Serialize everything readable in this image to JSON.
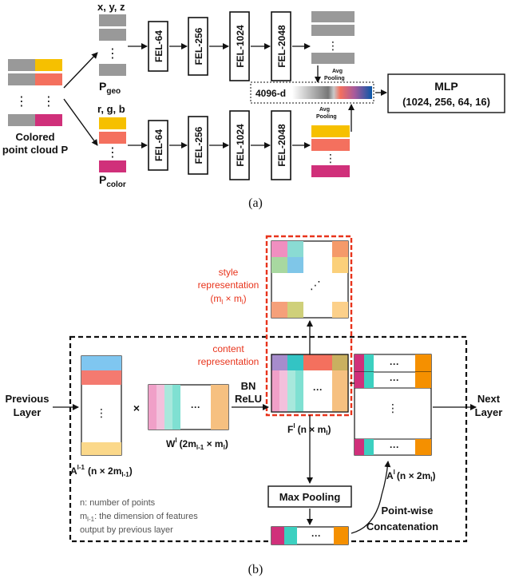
{
  "part_a": {
    "caption": "(a)",
    "geo_label": "x, y, z",
    "geo_name_main": "P",
    "geo_name_sub": "geo",
    "color_label": "r, g, b",
    "color_name_main": "P",
    "color_name_sub": "color",
    "input_label_1": "Colored",
    "input_label_2": "point cloud P",
    "fel_blocks": [
      "FEL-64",
      "FEL-256",
      "FEL-1024",
      "FEL-2048"
    ],
    "pool_label_top_1": "Avg",
    "pool_label_top_2": "Pooling",
    "pool_label_bottom_1": "Avg",
    "pool_label_bottom_2": "Pooling",
    "feature_label": "4096-d",
    "mlp_title": "MLP",
    "mlp_dims": "(1024, 256, 64, 16)",
    "dots": "⋮"
  },
  "part_b": {
    "caption": "(b)",
    "style_label_1": "style",
    "style_label_2": "representation",
    "style_label_3_main": "(m",
    "style_label_3_s1": "l",
    "style_label_3_mid": " × m",
    "style_label_3_s2": "l",
    "style_label_3_end": ")",
    "content_label_1": "content",
    "content_label_2": "representation",
    "previous_1": "Previous",
    "previous_2": "Layer",
    "next_1": "Next",
    "next_2": "Layer",
    "times": "×",
    "bn": "BN",
    "relu": "ReLU",
    "a_prev_main": "A",
    "a_prev_sup": "l-1",
    "a_prev_dims_main": "(n × 2m",
    "a_prev_dims_sub": "l-1",
    "a_prev_dims_end": ")",
    "w_main": "W",
    "w_sup": "l",
    "w_dims_main": "(2m",
    "w_dims_sub": "l-1",
    "w_dims_mid": " × m",
    "w_dims_sub2": "l",
    "w_dims_end": ")",
    "f_main": "F",
    "f_sup": "l",
    "f_dims_main": "(n × m",
    "f_dims_sub": "l",
    "f_dims_end": ")",
    "a_main": "A",
    "a_sup": "l",
    "a_dims_main": "(n × 2m",
    "a_dims_sub": "l",
    "a_dims_end": ")",
    "max_pooling": "Max Pooling",
    "concat_1": "Point-wise",
    "concat_2": "Concatenation",
    "note_1": "n: number of points",
    "note_2_main": "m",
    "note_2_sub": "l-1",
    "note_2_rest": ": the dimension of features",
    "note_3": "output by previous layer",
    "hdots": "···",
    "vdots": "⋮",
    "diag_dots": "⋰"
  },
  "colors": {
    "gray": "#999999",
    "yellow": "#f6c000",
    "salmon": "#f4705e",
    "magenta": "#d0307a",
    "blue": "#0a58a8",
    "accent_red": "#e8341c"
  }
}
